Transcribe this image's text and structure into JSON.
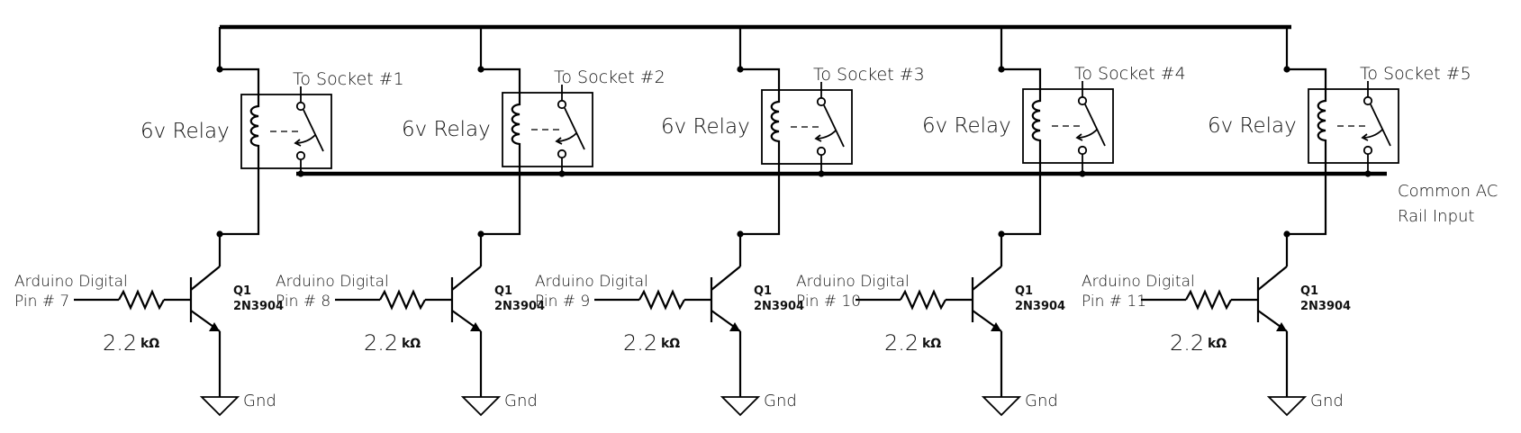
{
  "diagram": {
    "common_rail_label": [
      "Common AC",
      "Rail Input"
    ],
    "channels": [
      {
        "socket": "To Socket #1",
        "relay": "6v Relay",
        "pin": [
          "Arduino Digital",
          "Pin # 7"
        ],
        "resistor": "2.2",
        "resistor_unit": "kΩ",
        "q_ref": "Q1",
        "q_part": "2N3904",
        "gnd": "Gnd"
      },
      {
        "socket": "To Socket #2",
        "relay": "6v Relay",
        "pin": [
          "Arduino Digital",
          "Pin # 8"
        ],
        "resistor": "2.2",
        "resistor_unit": "kΩ",
        "q_ref": "Q1",
        "q_part": "2N3904",
        "gnd": "Gnd"
      },
      {
        "socket": "To Socket #3",
        "relay": "6v Relay",
        "pin": [
          "Arduino Digital",
          "Pin # 9"
        ],
        "resistor": "2.2",
        "resistor_unit": "kΩ",
        "q_ref": "Q1",
        "q_part": "2N3904",
        "gnd": "Gnd"
      },
      {
        "socket": "To Socket #4",
        "relay": "6v Relay",
        "pin": [
          "Arduino Digital",
          "Pin # 10"
        ],
        "resistor": "2.2",
        "resistor_unit": "kΩ",
        "q_ref": "Q1",
        "q_part": "2N3904",
        "gnd": "Gnd"
      },
      {
        "socket": "To Socket #5",
        "relay": "6v Relay",
        "pin": [
          "Arduino Digital",
          "Pin # 11"
        ],
        "resistor": "2.2",
        "resistor_unit": "kΩ",
        "q_ref": "Q1",
        "q_part": "2N3904",
        "gnd": "Gnd"
      }
    ]
  }
}
